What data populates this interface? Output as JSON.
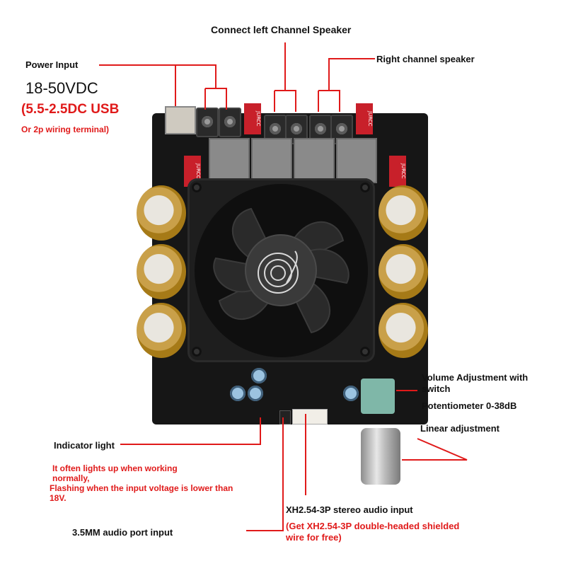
{
  "labels": {
    "connect_left": "Connect left Channel Speaker",
    "right_channel": "Right channel speaker",
    "power_input": "Power Input",
    "voltage": "18-50VDC",
    "usb": "(5.5-2.5DC USB",
    "or_2p": "Or 2p wiring terminal)",
    "volume_adj": "Volume Adjustment with switch",
    "potentiometer": "Potentiometer 0-38dB",
    "linear": "Linear adjustment",
    "indicator": "Indicator light",
    "indicator_desc_1": "It often lights up when working normally,",
    "indicator_desc_2": "Flashing when the input voltage is lower than 18V.",
    "xh_input": "XH2.54-3P stereo audio input",
    "xh_free": "(Get XH2.54-3P double-headed shielded wire for free)",
    "audio_port": "3.5MM audio port input"
  },
  "board": {
    "jurcc_label": "JURCC"
  },
  "colors": {
    "callout_line": "#e01a1a",
    "highlight_text": "#e01a1a",
    "pcb": "#161616"
  }
}
